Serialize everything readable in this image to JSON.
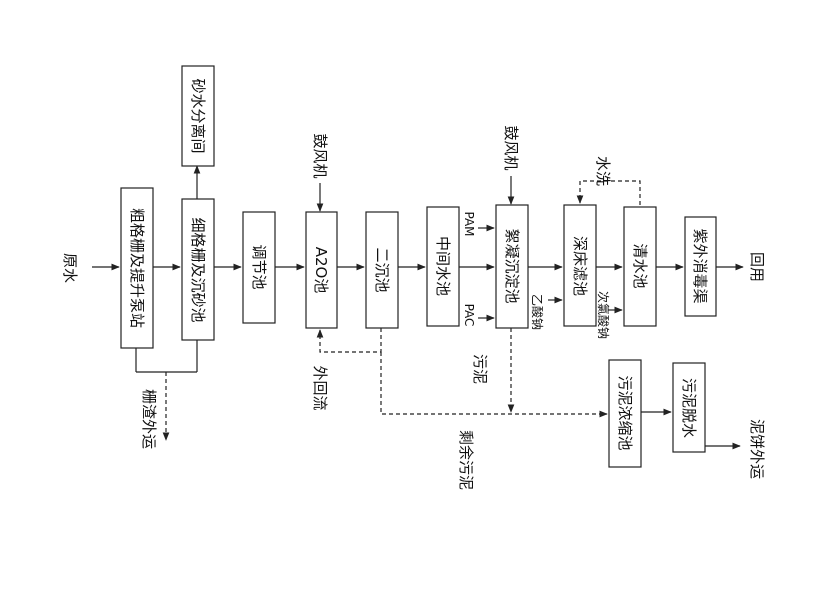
{
  "labels": {
    "raw_water": "原水",
    "coarse_screen": "粗格栅及提升泵站",
    "fine_screen": "细格栅及沉砂池",
    "sand_separator": "砂水分离间",
    "equalization": "调节池",
    "a2o": "A2O池",
    "secondary_clarifier": "二沉池",
    "intermediate": "中间水池",
    "coagulation": "絮凝沉淀池",
    "deep_bed_filter": "深床滤池",
    "clear_water": "清水池",
    "uv_channel": "紫外消毒渠",
    "reuse": "回用",
    "blower1": "鼓风机",
    "blower2": "鼓风机",
    "water_wash": "水洗",
    "pam": "PAM",
    "pac": "PAC",
    "sodium_acetate": "乙酸钠",
    "hypochlorite": "次氯酸钠",
    "screenings": "栅渣外运",
    "external_return": "外回流",
    "sludge": "污泥",
    "excess_sludge": "剩余污泥",
    "thickener": "污泥浓缩池",
    "dewatering": "污泥脱水",
    "cake": "泥饼外运"
  }
}
